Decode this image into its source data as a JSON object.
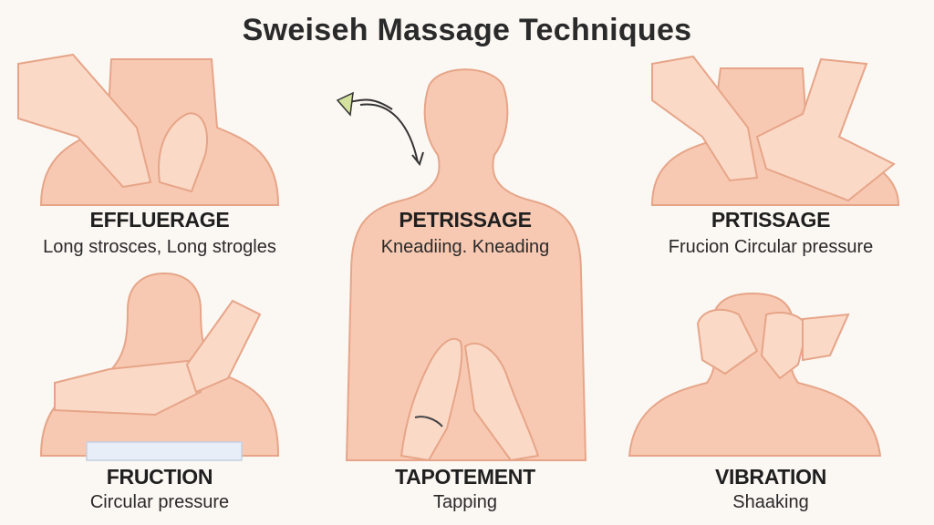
{
  "title": "Sweiseh Massage Techniques",
  "colors": {
    "skin": "#f8c9b2",
    "skin_light": "#fbd9c7",
    "outline": "#e6a588",
    "towel": "#e8eef8",
    "arrow_tip": "#d3e39e"
  },
  "techniques": [
    {
      "name": "EFFLUERAGE",
      "description": "Long strosces, Long strogles"
    },
    {
      "name": "PETRISSAGE",
      "description": "Kneadiing. Kneading"
    },
    {
      "name": "PRTISSAGE",
      "description": "Frucion Circular pressure"
    },
    {
      "name": "FRUCTION",
      "description": "Circular pressure"
    },
    {
      "name": "TAPOTEMENT",
      "description": "Tapping"
    },
    {
      "name": "VIBRATION",
      "description": "Shaaking"
    }
  ]
}
